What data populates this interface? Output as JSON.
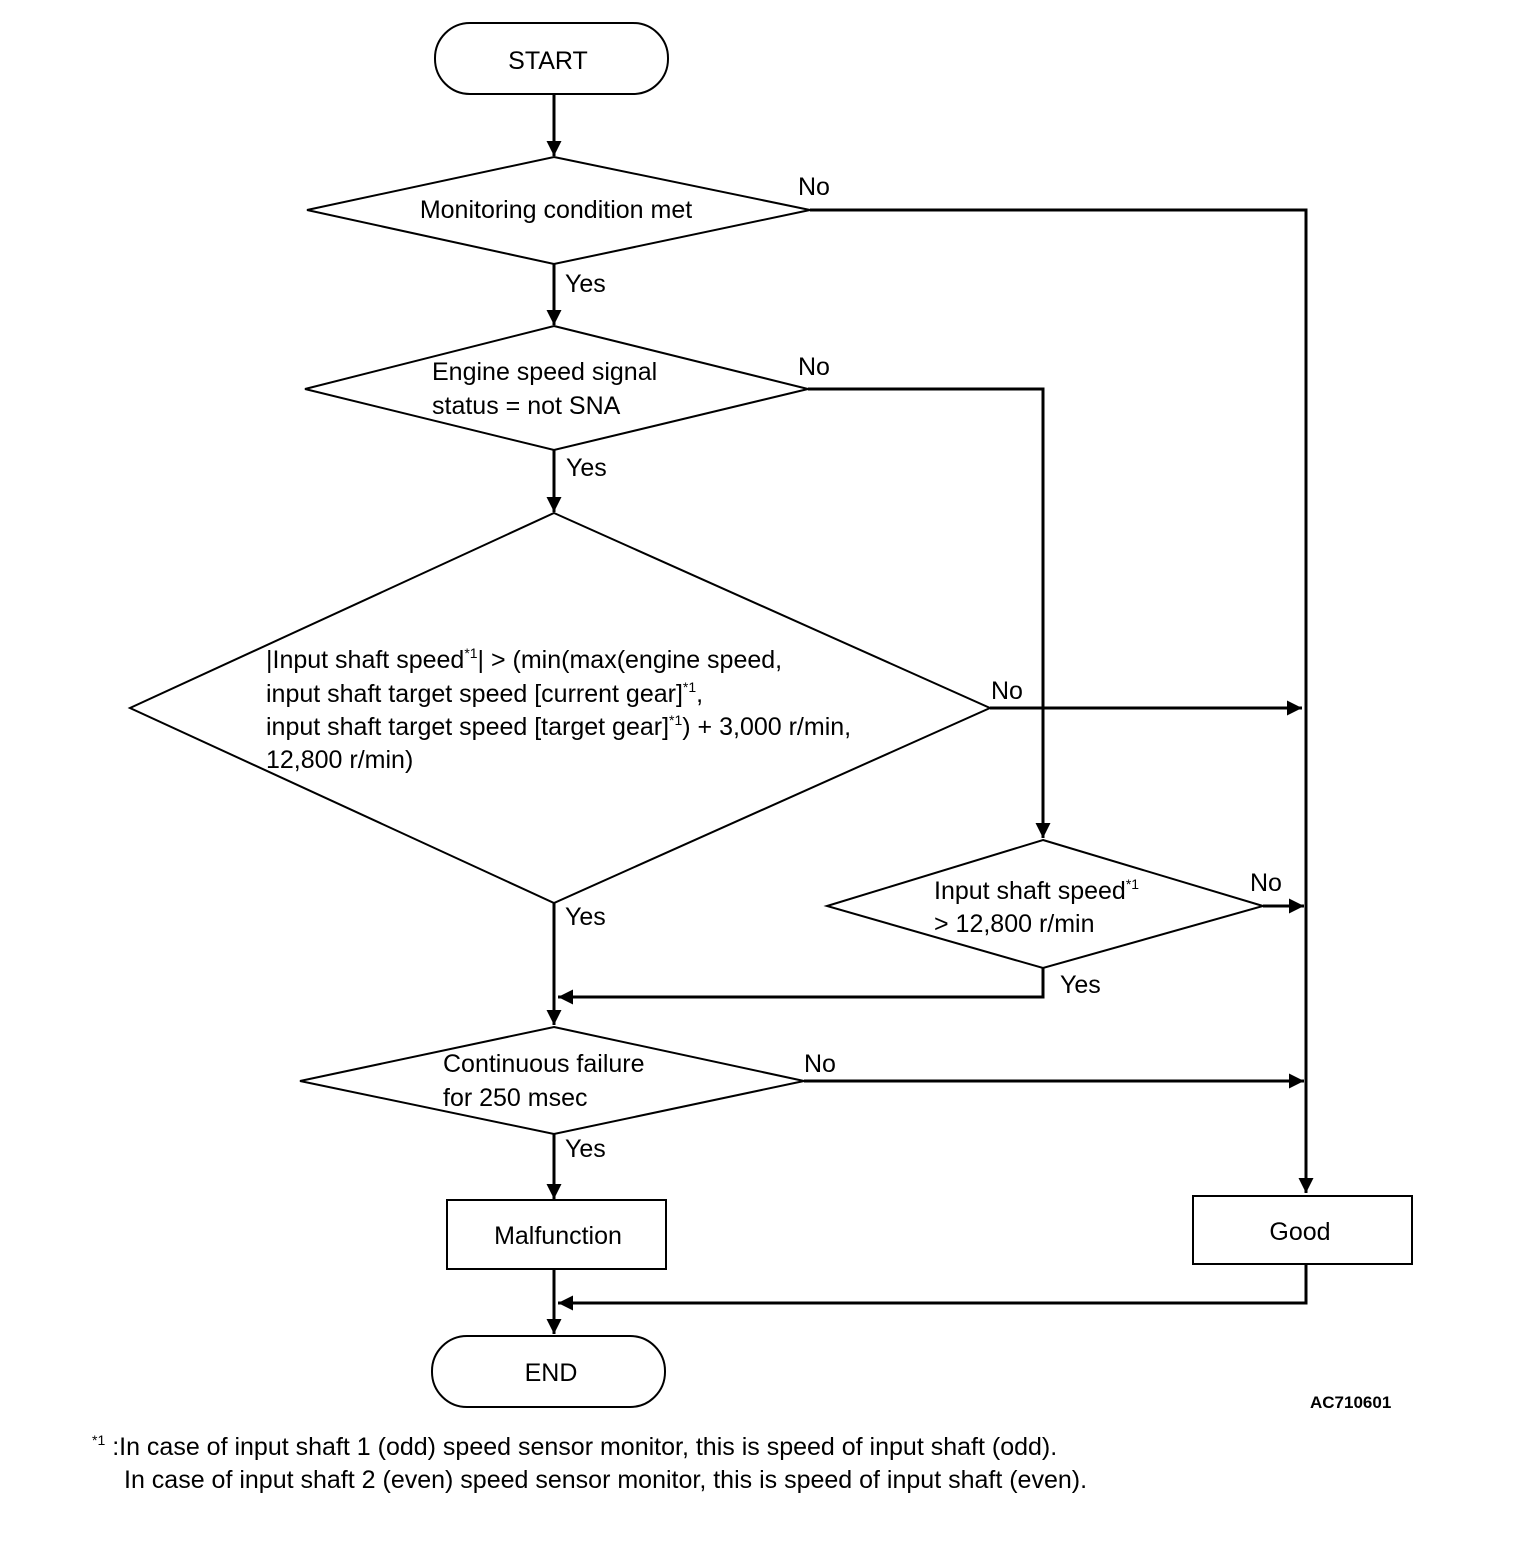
{
  "nodes": {
    "start": "START",
    "monitoring": "Monitoring condition met",
    "engine_line1": "Engine speed signal",
    "engine_line2": "status = not SNA",
    "big_line1_a": "|Input shaft speed",
    "big_line1_b": "| > (min(max(engine speed,",
    "big_line2_a": "input shaft target speed [current gear]",
    "big_line2_b": ",",
    "big_line3_a": "input shaft target speed [target gear]",
    "big_line3_b": ") + 3,000 r/min,",
    "big_line4": "12,800 r/min)",
    "input_line1": "Input shaft speed",
    "input_line2": "> 12,800 r/min",
    "continuous_line1": "Continuous failure",
    "continuous_line2": "for 250 msec",
    "malfunction": "Malfunction",
    "good": "Good",
    "end": "END"
  },
  "labels": {
    "yes": "Yes",
    "no": "No",
    "asterisk": "*1"
  },
  "figure_code": "AC710601",
  "footnote": {
    "mark": "*1",
    "line1": ":In case of input shaft 1 (odd) speed sensor monitor, this is speed of input shaft (odd).",
    "line2": "In case of input shaft 2 (even) speed sensor monitor, this is speed of input shaft (even)."
  }
}
